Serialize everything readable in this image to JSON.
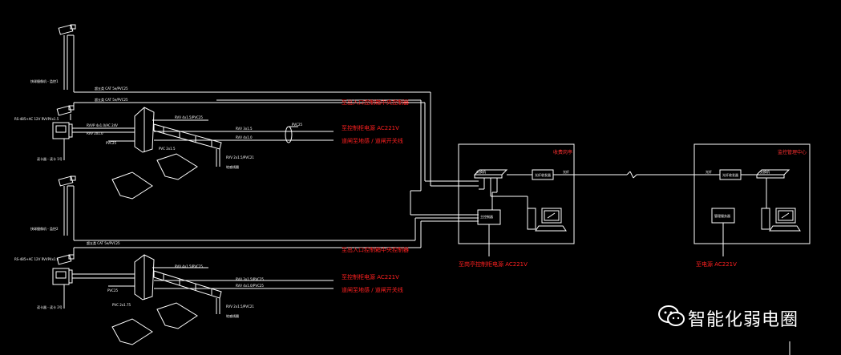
{
  "labels_top": {
    "cam1_pole": "快球摄像机 - 监控1",
    "cat_line_1": "超五类 CAT 5e/PVC25",
    "cat_line_2": "超五类 CAT 5e/PVC25",
    "power_left_1": "RS-485+AC 12V  RVVP4x1.5",
    "reader_1": "读卡器 - 读卡 1号",
    "wire_a": "RVVP 4x1.0/AC 24V",
    "wire_b": "RVV 2x1.0",
    "pvc25_1": "PVC25",
    "rvv_loop_1": "RVV 4x1.5/PVC25",
    "pvc_loop_1": "PVC 2x1.5",
    "rvv_a": "RVV 3x1.5",
    "rvv_b": "RVV 4x1.0",
    "pvc25_c": "PVC25",
    "rvv_c": "RVV 2x1.5/PVC21",
    "ground_1": "地感线圈",
    "red_note_1": "至出入口控制箱中央控制器",
    "red_power_1": "至控制柜电源 AC221V",
    "red_sensor_1": "道闸至地感 / 道闸开关线"
  },
  "labels_bottom": {
    "cam2_pole": "快球摄像机 - 监控2",
    "cat_line_3": "超五类 CAT 5e/PVC25",
    "power_left_2": "RS-485+AC 12V  RVVP4x1.5",
    "reader_2": "读卡器 - 读卡 2号",
    "pvc25_2": "PVC25",
    "rvv_loop_2": "RVV 4x1.5/PVC25",
    "pvc_loop_2": "PVC 2x1.75",
    "rvv_d": "RVV 3x1.5/PVC25",
    "rvv_e": "RVV 4x1.0/PVC25",
    "rvv_f": "RVV 2x1.5/PVC21",
    "ground_2": "地感线圈",
    "red_note_2": "至出入口控制箱中央控制器",
    "red_power_2": "至控制柜电源 AC221V",
    "red_sensor_2": "道闸至地感 / 道闸开关线"
  },
  "guard_box": {
    "title": "收费岗亭",
    "switch": "交换机",
    "converter": "光纤收发器",
    "controller": "主控制器",
    "power_note": "至岗亭控制柜电源 AC221V"
  },
  "control_room": {
    "title": "监控管理中心",
    "switch": "交换机",
    "converter": "光纤收发器",
    "server": "管理服务器",
    "power_note": "至电源 AC221V"
  },
  "fiber_label": "光纤",
  "watermark": "智能化弱电圈",
  "colors": {
    "background": "#000000",
    "line": "#ffffff",
    "annotation": "#ff2020",
    "box_title": "#ff3030"
  }
}
